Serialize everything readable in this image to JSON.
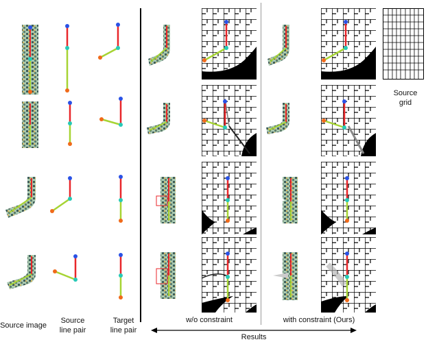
{
  "labels": {
    "source_image": "Source image",
    "source_line_pair_1": "Source",
    "source_line_pair_2": "line pair",
    "target_line_pair_1": "Target",
    "target_line_pair_2": "line pair",
    "without_constraint": "w/o constraint",
    "with_constraint": "with constraint (Ours)",
    "results": "Results",
    "source_grid_1": "Source",
    "source_grid_2": "grid"
  },
  "colors": {
    "red_line": "#e8262a",
    "green_line": "#a6d433",
    "blue_point": "#2a52e6",
    "cyan_point": "#27c9b7",
    "orange_point": "#f06a1a",
    "texture_dark": "#3f5e5a",
    "texture_light": "#a9c9b0"
  },
  "rows": 4,
  "columns": [
    "source_image",
    "source_line_pair",
    "target_line_pair",
    "result_wo_constraint",
    "grid_wo_constraint",
    "result_with_constraint",
    "grid_with_constraint",
    "source_grid"
  ]
}
